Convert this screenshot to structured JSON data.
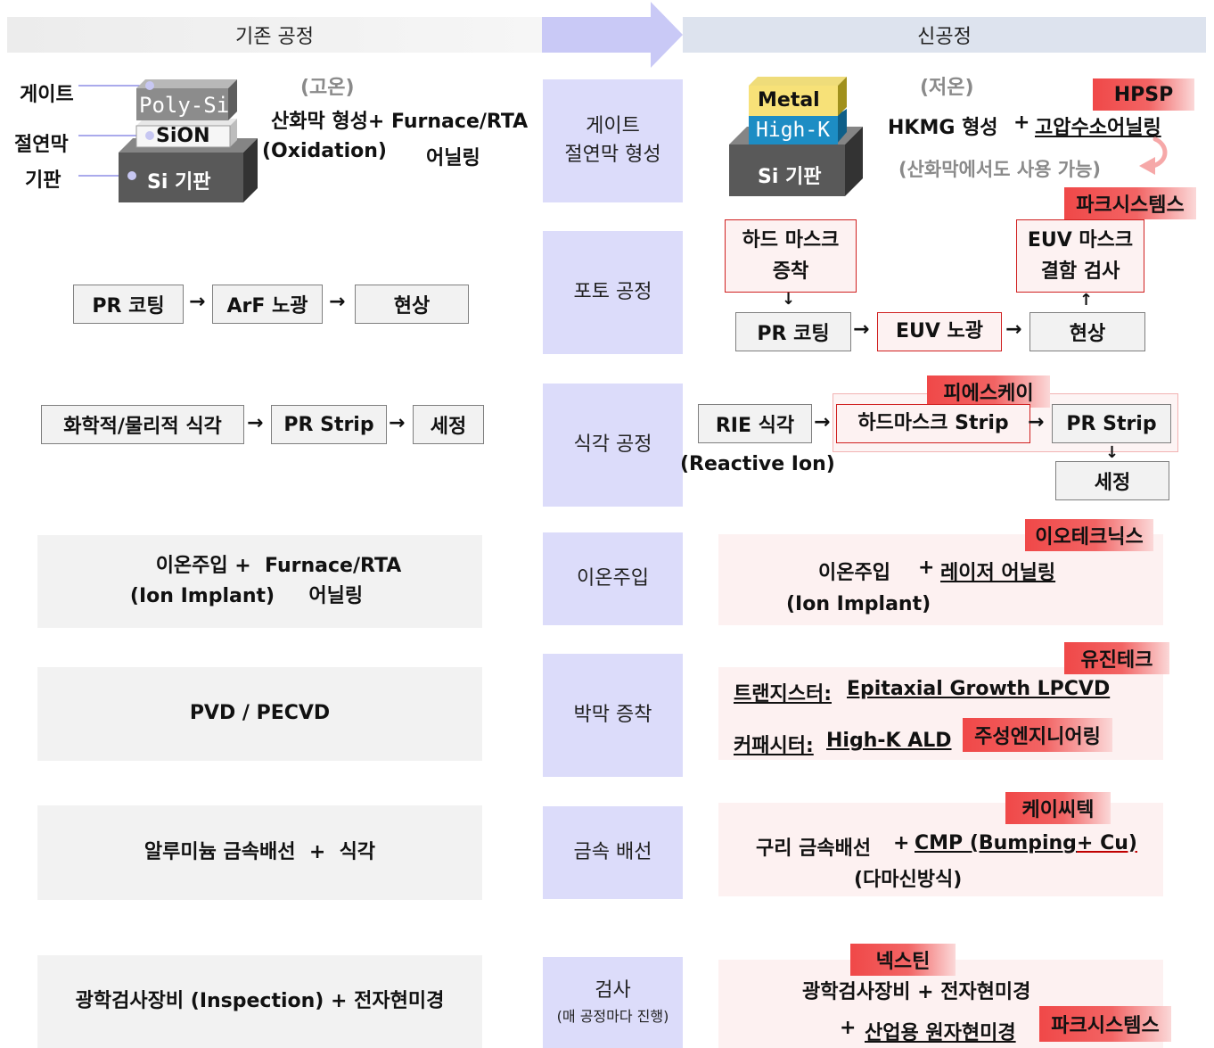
{
  "headers": {
    "old": "기존 공정",
    "new": "신공정"
  },
  "stages": [
    "게이트\n절연막 형성",
    "포토 공정",
    "식각 공정",
    "이온주입",
    "박막 증착",
    "금속 배선",
    "검사"
  ],
  "inspect_note": "(매 공정마다 진행)",
  "gate_old": {
    "labels": [
      "게이트",
      "절연막",
      "기판"
    ],
    "layers": [
      "Poly-Si",
      "SiON",
      "Si 기판"
    ],
    "temp": "(고온)",
    "line1": "산화막 형성+ Furnace/RTA",
    "line2a": "(Oxidation)",
    "line2b": "어닐링"
  },
  "gate_new": {
    "layers": [
      "Metal",
      "High-K",
      "Si 기판"
    ],
    "temp": "(저온)",
    "hkmg": "HKMG 형성",
    "plus": "+",
    "anneal": "고압수소어닐링",
    "note": "(산화막에서도 사용 가능)",
    "company": "HPSP"
  },
  "photo_old": [
    "PR 코팅",
    "ArF 노광",
    "현상"
  ],
  "photo_new": {
    "hard_mask": "하드 마스크\n증착",
    "euv_insp": "EUV 마스크\n결함 검사",
    "flow": [
      "PR 코팅",
      "EUV 노광",
      "현상"
    ],
    "company": "파크시스템스"
  },
  "etch_old": [
    "화학적/물리적 식각",
    "PR Strip",
    "세정"
  ],
  "etch_new": {
    "rie": "RIE 식각",
    "rie_sub": "(Reactive Ion)",
    "hm_strip": "하드마스크 Strip",
    "pr_strip": "PR Strip",
    "clean": "세정",
    "company": "피에스케이"
  },
  "ion_old": {
    "line1": "이온주입 +  Furnace/RTA",
    "line2": "(Ion Implant)     어닐링"
  },
  "ion_new": {
    "main": "이온주입",
    "plus": "+",
    "laser": "레이저 어닐링",
    "sub": "(Ion Implant)",
    "company": "이오테크닉스"
  },
  "film_old": "PVD / PECVD",
  "film_new": {
    "tr_label": "트랜지스터:",
    "tr_val": "Epitaxial Growth LPCVD",
    "cap_label": "커패시터:",
    "cap_val": "High-K ALD",
    "company1": "유진테크",
    "company2": "주성엔지니어링"
  },
  "metal_old": "알루미늄 금속배선  +  식각",
  "metal_new": {
    "main": "구리 금속배선",
    "plus": "+",
    "cmp": "CMP (Bumping",
    "cu": "+ Cu)",
    "sub": "(다마신방식)",
    "company": "케이씨텍"
  },
  "insp_old": "광학검사장비 (Inspection) + 전자현미경",
  "insp_new": {
    "main": "광학검사장비 + 전자현미경",
    "plus": "+",
    "afm": "산업용 원자현미경",
    "company1": "넥스틴",
    "company2": "파크시스템스"
  },
  "arrow": "→"
}
